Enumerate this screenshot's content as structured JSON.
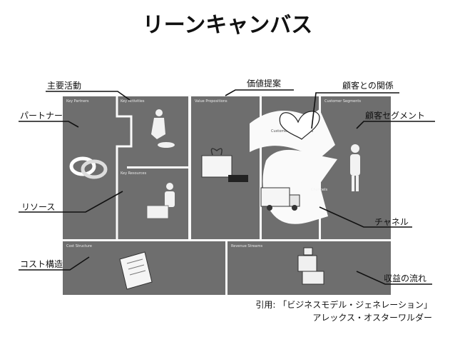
{
  "title": "リーンキャンバス",
  "canvas": {
    "key_partners": "Key Partners",
    "key_activities": "Key Activities",
    "key_resources": "Key Resources",
    "value_propositions": "Value Propositions",
    "customer_relationships": "Customer Relationships",
    "channels": "Channels",
    "customer_segments": "Customer Segments",
    "cost_structure": "Cost Structure",
    "revenue_streams": "Revenue Streams"
  },
  "callouts": {
    "key_activities": "主要活動",
    "key_partners": "パートナー",
    "key_resources": "リソース",
    "cost_structure": "コスト構造",
    "value_propositions": "価値提案",
    "customer_relationships": "顧客との関係",
    "customer_segments": "顧客セグメント",
    "channels": "チャネル",
    "revenue_streams": "収益の流れ"
  },
  "credit": {
    "line1": "引用: 「ビジネスモデル・ジェネレーション」",
    "line2": "アレックス・オスターワルダー"
  }
}
